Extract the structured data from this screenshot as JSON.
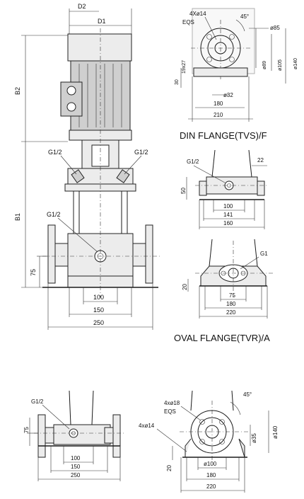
{
  "main": {
    "dims": {
      "d2": "D2",
      "d1": "D1",
      "b2": "B2",
      "b1": "B1",
      "g_left": "G1/2",
      "g_right": "G1/2",
      "g_drain": "G1/2",
      "h75": "75",
      "w100": "100",
      "w150": "150",
      "w250": "250"
    }
  },
  "din": {
    "holes": "4Xø14",
    "eqs": "EQS",
    "angle": "45°",
    "d85": "ø85",
    "h27": "19x27",
    "h30": "30",
    "d89": "ø89",
    "d105": "ø105",
    "d140": "ø140",
    "d32": "ø32",
    "w180": "180",
    "w210": "210",
    "caption": "DIN FLANGE(TVS)/F"
  },
  "oval_side": {
    "g": "G1/2",
    "w22": "22",
    "h50": "50",
    "w100": "100",
    "w141": "141",
    "w160": "160"
  },
  "oval_front": {
    "g": "G1",
    "h20": "20",
    "w75": "75",
    "w180": "180",
    "w220": "220",
    "caption": "OVAL FLANGE(TVR)/A"
  },
  "bottom_left": {
    "g": "G1/2",
    "h75": "75",
    "w100": "100",
    "w150": "150",
    "w250": "250"
  },
  "bottom_right": {
    "holes18": "4xø18",
    "eqs": "EQS",
    "angle": "45°",
    "holes14": "4xø14",
    "d140": "ø140",
    "d35": "ø35",
    "h20": "20",
    "d100": "ø100",
    "w180": "180",
    "w220": "220"
  }
}
